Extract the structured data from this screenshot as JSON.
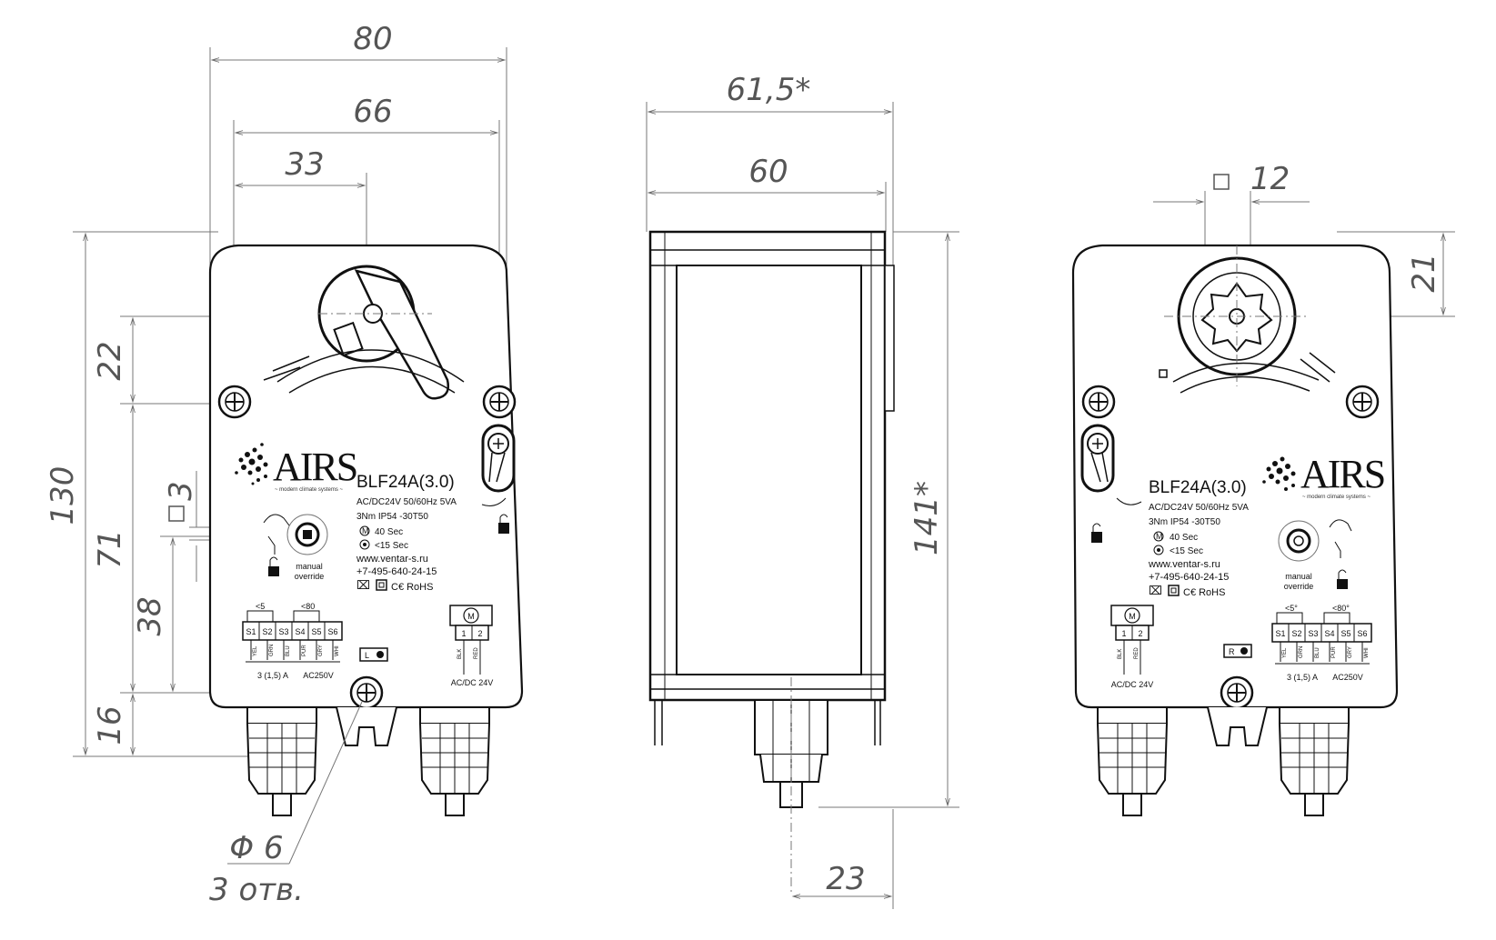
{
  "dimensions": {
    "width_80": "80",
    "width_66": "66",
    "width_33": "33",
    "height_130": "130",
    "height_22": "22",
    "height_71": "71",
    "height_38": "38",
    "height_16": "16",
    "square_3": "3",
    "side_615": "61,5*",
    "side_60": "60",
    "side_141": "141*",
    "side_23": "23",
    "square_12": "12",
    "right_21": "21",
    "hole_dia": "Φ 6",
    "hole_count": "3 отв."
  },
  "label": {
    "model": "BLF24A(3.0)",
    "power": "AC/DC24V 50/60Hz 5VA",
    "torque": "3Nm  IP54  -30T50",
    "motor_time": "40 Sec",
    "spring_time": "<15  Sec",
    "website": "www.ventar-s.ru",
    "phone": "+7-495-640-24-15",
    "ce_rohs": "C€ RoHS",
    "manual": "manual",
    "override": "override",
    "brand": "AIRS",
    "brand_sub": "~ modern climate systems ~"
  },
  "terminals": {
    "switch_left": "<5",
    "switch_right": "<80",
    "switch_left_r": "<5°",
    "switch_right_r": "<80°",
    "s1": "S1",
    "s2": "S2",
    "s3": "S3",
    "s4": "S4",
    "s5": "S5",
    "s6": "S6",
    "w1": "YEL",
    "w2": "GRN",
    "w3": "BLU",
    "w4": "PUR",
    "w5": "GRY",
    "w6": "WHI",
    "current": "3 (1,5) A",
    "voltage": "AC250V",
    "m": "M",
    "t1": "1",
    "t2": "2",
    "b1": "BLK",
    "b2": "RED",
    "supply": "AC/DC 24V",
    "left_badge": "L",
    "right_badge": "R"
  }
}
